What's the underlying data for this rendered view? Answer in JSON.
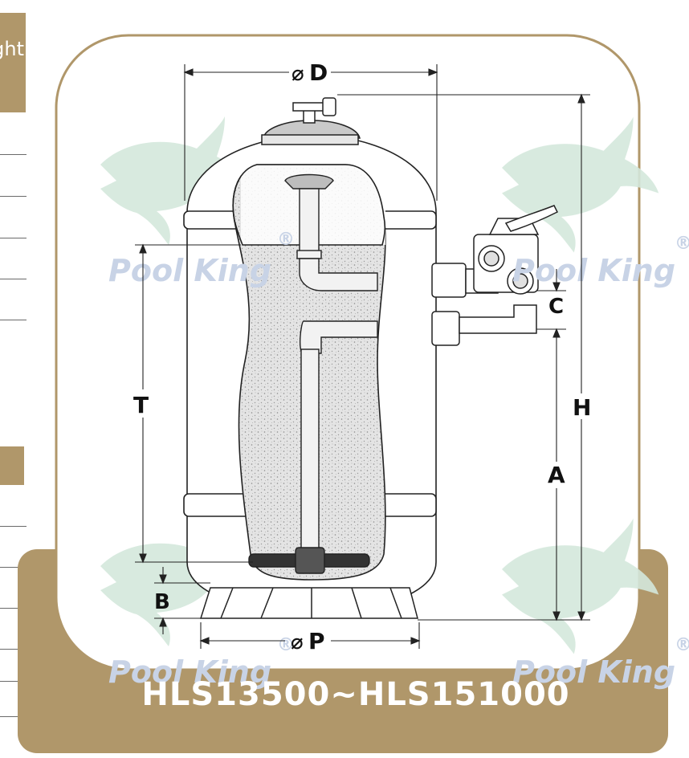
{
  "left_tab": {
    "text": "ght"
  },
  "diagram": {
    "title": "HLS13500~HLS151000",
    "watermark": {
      "brand": "Pool King",
      "registered_mark": "®"
    },
    "dimensions": {
      "D": "D",
      "P": "P",
      "H": "H",
      "T": "T",
      "A": "A",
      "B": "B",
      "C": "C",
      "diameter_symbol": "⌀"
    }
  },
  "colors": {
    "gold": "#b0976a",
    "outline": "#222222",
    "watermark_green": "#d4e8dc",
    "watermark_text": "#c8d3e6"
  }
}
